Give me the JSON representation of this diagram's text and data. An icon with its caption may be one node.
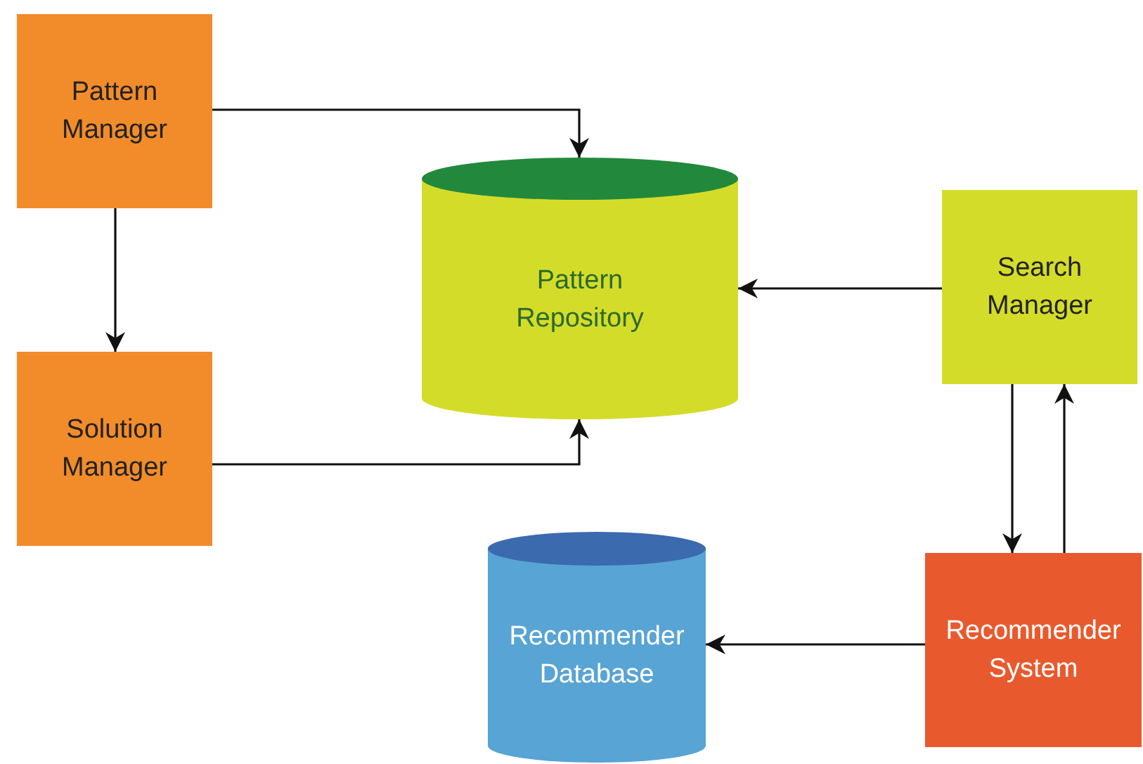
{
  "diagram": {
    "nodes": [
      {
        "text": [
          "Pattern Manager"
        ]
      },
      {
        "text": [
          "Solution Manager"
        ]
      },
      {
        "text": [
          "Pattern Repository"
        ]
      },
      {
        "text": [
          "Search Manager"
        ]
      },
      {
        "text": [
          "Recommender System"
        ]
      },
      {
        "text": [
          "Recommender Database"
        ]
      }
    ],
    "edges": [
      {
        "from": 0,
        "to": 2,
        "arrow": "to"
      },
      {
        "from": 0,
        "to": 1,
        "arrow": "to"
      },
      {
        "from": 1,
        "to": 2,
        "arrow": "to"
      },
      {
        "from": 3,
        "to": 2,
        "arrow": "to"
      },
      {
        "from": 3,
        "to": 4,
        "arrow": "to"
      },
      {
        "from": 4,
        "to": 3,
        "arrow": "to"
      },
      {
        "from": 4,
        "to": 5,
        "arrow": "to"
      }
    ]
  }
}
